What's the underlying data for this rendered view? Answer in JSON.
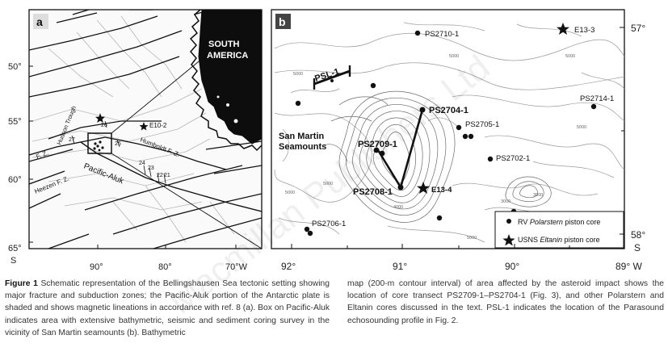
{
  "panel_a": {
    "label": "a",
    "continent": [
      "SOUTH",
      "AMERICA"
    ],
    "y_ticks": [
      "50°",
      "55°",
      "60°",
      "65°"
    ],
    "y_unit": "S",
    "x_ticks": [
      "90°",
      "80°",
      "70°W"
    ],
    "features": {
      "hudson_trough": "Hudson Trough",
      "e10_2": "E10-2",
      "humboldt": "Humboldt F. Z.",
      "pacific_aluk": "Pacific-Aluk",
      "fz": "F. Z.",
      "heezen": "Heezen F. Z."
    },
    "anomalies": [
      "27",
      "26",
      "25",
      "24",
      "23",
      "22",
      "21"
    ]
  },
  "panel_b": {
    "label": "b",
    "y_ticks": [
      "57°",
      "58°"
    ],
    "y_unit": "S",
    "x_ticks": [
      "92°",
      "91°",
      "90°",
      "89° W"
    ],
    "cores": {
      "ps2710": "PS2710-1",
      "psl1": "PSL-1",
      "ps2704": "PS2704-1",
      "ps2705": "PS2705-1",
      "ps2709": "PS2709-1",
      "ps2708": "PS2708-1",
      "ps2702": "PS2702-1",
      "ps2714": "PS2714-1",
      "ps2706": "PS2706-1",
      "e13_3": "E13-3",
      "e13_4": "E13-4"
    },
    "seamounts": [
      "San Martin",
      "Seamounts"
    ],
    "contours": [
      "5000",
      "5000",
      "5000",
      "5000",
      "5000",
      "3000",
      "3000",
      "4000",
      "5000",
      "5000"
    ],
    "legend": {
      "rv_prefix": "RV ",
      "rv_ship": "Polarstern",
      "rv_suffix": " piston core",
      "usns_prefix": "USNS ",
      "usns_ship": "Eltanin",
      "usns_suffix": " piston core"
    }
  },
  "caption": {
    "label": "Figure 1",
    "left_text": "Schematic representation of the Bellingshausen Sea tectonic setting showing major fracture and subduction zones; the Pacific-Aluk portion of the Antarctic plate is shaded and shows magnetic lineations in accordance with ref. 8 (a). Box on Pacific-Aluk indicates area with extensive bathymetric, seismic and sediment coring survey in the vicinity of San Martin seamounts (b). Bathymetric",
    "right_text": "map (200-m contour interval) of area affected by the asteroid impact shows the location of core transect PS2709-1–PS2704-1 (Fig. 3), and other Polarstern and Eltanin cores discussed in the text. PSL-1 indicates the location of the Parasound echosounding profile in Fig. 2."
  },
  "watermark": "Macmillan Publishers Ltd"
}
